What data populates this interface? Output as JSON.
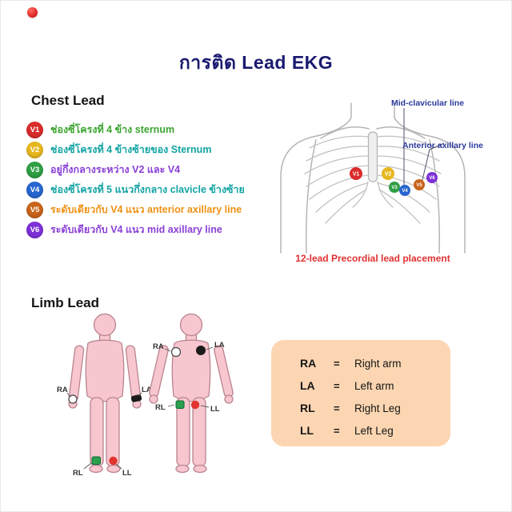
{
  "title": "การติด Lead EKG",
  "chest": {
    "heading": "Chest Lead"
  },
  "leads": [
    {
      "id": "V1",
      "color": "#da2c2c",
      "desc": "ช่องซี่โครงที่ 4 ข้าง sternum",
      "desc_color": "#3aa42e"
    },
    {
      "id": "V2",
      "color": "#e6b71e",
      "desc": "ช่องซี่โครงที่ 4 ข้างซ้ายของ Sternum",
      "desc_color": "#12a3a3"
    },
    {
      "id": "V3",
      "color": "#2f9e44",
      "desc": "อยู่กึ่งกลางระหว่าง V2 และ V4",
      "desc_color": "#8a3fd6"
    },
    {
      "id": "V4",
      "color": "#2766cf",
      "desc": "ช่องซี่โครงที่ 5 แนวกึ่งกลาง clavicle ข้างซ้าย",
      "desc_color": "#12a3a3"
    },
    {
      "id": "V5",
      "color": "#c8641a",
      "desc": "ระดับเดียวกับ V4 แนว anterior axillary line",
      "desc_color": "#ef9113"
    },
    {
      "id": "V6",
      "color": "#7e30d8",
      "desc": "ระดับเดียวกับ V4 แนว mid axillary line",
      "desc_color": "#8a3fd6"
    }
  ],
  "diagram": {
    "mid_clavicular_label": "Mid-clavicular line",
    "anterior_axillary_label": "Anterior axillary line",
    "caption": "12-lead Precordial lead placement"
  },
  "limb": {
    "heading": "Limb Lead",
    "markers": {
      "ra": {
        "label": "RA",
        "color": "#ffffff"
      },
      "la": {
        "label": "LA",
        "color": "#1b1b1b"
      },
      "rl": {
        "label": "RL",
        "color": "#2aa04f"
      },
      "ll": {
        "label": "LL",
        "color": "#e2342e"
      }
    }
  },
  "legend": {
    "background": "#fcd6b2",
    "equals": "=",
    "rows": [
      {
        "abbr": "RA",
        "meaning": "Right arm"
      },
      {
        "abbr": "LA",
        "meaning": "Left arm"
      },
      {
        "abbr": "RL",
        "meaning": "Right Leg"
      },
      {
        "abbr": "LL",
        "meaning": "Left Leg"
      }
    ]
  }
}
